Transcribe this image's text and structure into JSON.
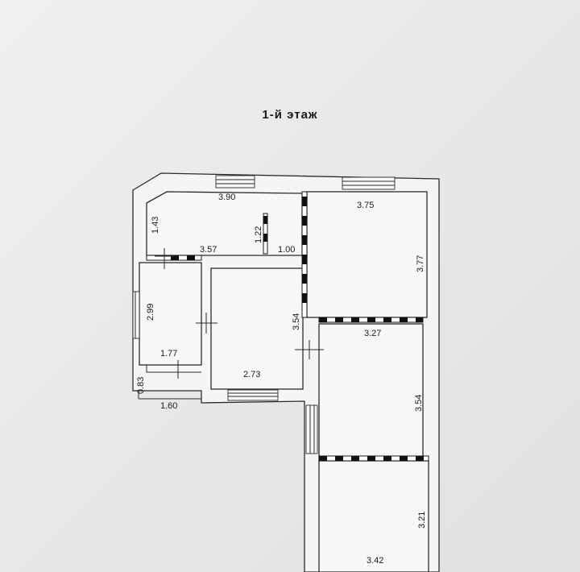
{
  "title": "1-й этаж",
  "dimensions": {
    "d_3_90": "3.90",
    "d_1_43": "1.43",
    "d_1_22": "1.22",
    "d_3_57": "3.57",
    "d_1_00": "1.00",
    "d_3_75": "3.75",
    "d_3_77": "3.77",
    "d_2_99": "2.99",
    "d_3_54_mid": "3.54",
    "d_3_27": "3.27",
    "d_1_77": "1.77",
    "d_2_73": "2.73",
    "d_0_83": "0.83",
    "d_1_60": "1.60",
    "d_3_54_right": "3.54",
    "d_3_21": "3.21",
    "d_3_42": "3.42"
  }
}
